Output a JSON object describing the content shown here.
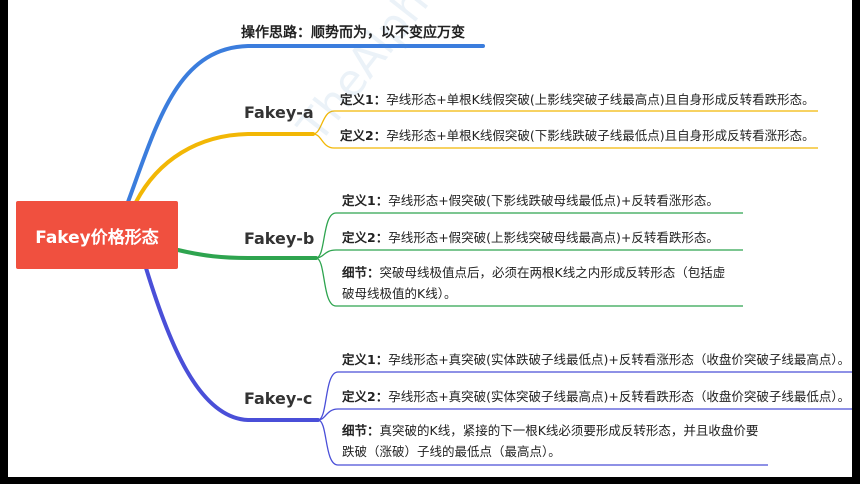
{
  "root": {
    "label": "Fakey价格形态"
  },
  "top_note": "操作思路：顺势而为，以不变应万变",
  "branches": [
    {
      "label": "Fakey-a",
      "color": "#f2b705",
      "items": [
        {
          "key": "定义1：",
          "text": "孕线形态+单根K线假突破(上影线突破子线最高点)且自身形成反转看跌形态。"
        },
        {
          "key": "定义2：",
          "text": "孕线形态+单根K线假突破(下影线跌破子线最低点)且自身形成反转看涨形态。"
        }
      ]
    },
    {
      "label": "Fakey-b",
      "color": "#2ea44f",
      "items": [
        {
          "key": "定义1：",
          "text": "孕线形态+假突破(下影线跌破母线最低点)+反转看涨形态。"
        },
        {
          "key": "定义2：",
          "text": "孕线形态+假突破(上影线突破母线最高点)+反转看跌形态。"
        },
        {
          "key": "细节：",
          "text": "突破母线极值点后，必须在两根K线之内形成反转形态（包括虚",
          "text2": "破母线极值的K线）。"
        }
      ]
    },
    {
      "label": "Fakey-c",
      "color": "#4a4fd8",
      "items": [
        {
          "key": "定义1：",
          "text": "孕线形态+真突破(实体跌破子线最低点)+反转看涨形态（收盘价突破子线最高点）。"
        },
        {
          "key": "定义2：",
          "text": "孕线形态+真突破(实体突破子线最高点)+反转看跌形态（收盘价突破子线最低点）。"
        },
        {
          "key": "细节：",
          "text": "真突破的K线，紧接的下一根K线必须要形成反转形态，并且收盘价要",
          "text2": "跌破（涨破）子线的最低点（最高点）。"
        }
      ]
    }
  ],
  "colors": {
    "top_branch": "#3b7ddd",
    "root_fill": "#f0503f",
    "frame": "#000000"
  },
  "watermark": "TheAlpha"
}
